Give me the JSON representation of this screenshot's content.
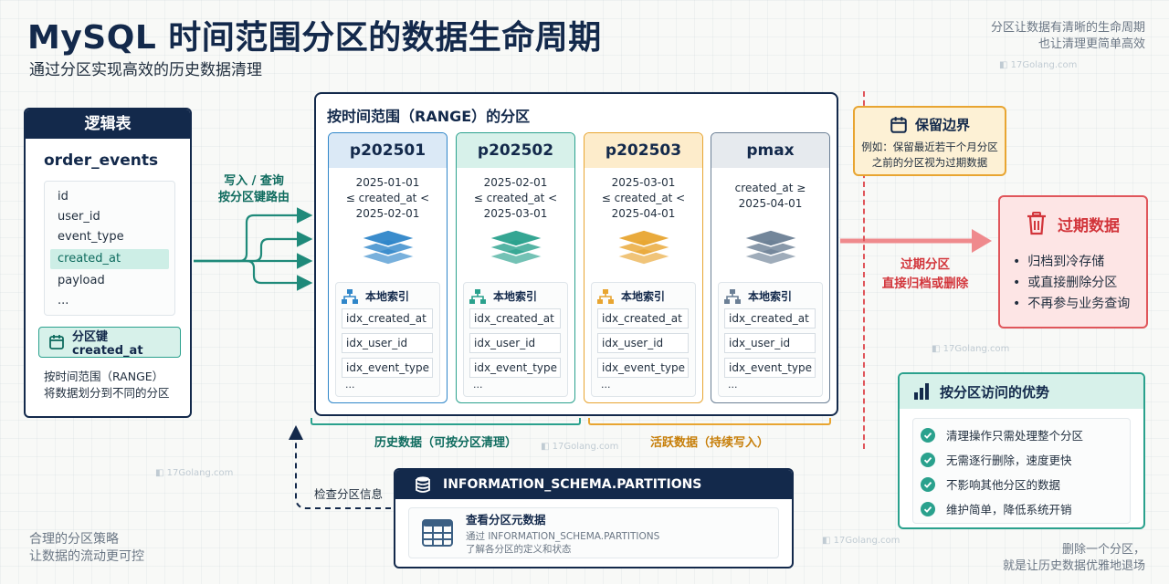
{
  "header": {
    "title": "MySQL 时间范围分区的数据生命周期",
    "subtitle": "通过分区实现高效的历史数据清理",
    "top_right_line1": "分区让数据有清晰的生命周期",
    "top_right_line2": "也让清理更简单高效"
  },
  "watermark": "17Golang.com",
  "logical_table": {
    "header": "逻辑表",
    "name": "order_events",
    "columns": [
      "id",
      "user_id",
      "event_type",
      "created_at",
      "payload",
      "..."
    ],
    "highlighted_column": "created_at",
    "partition_key_label": "分区键 created_at",
    "note_line1": "按时间范围（RANGE）",
    "note_line2": "将数据划分到不同的分区"
  },
  "routing": {
    "line1": "写入 / 查询",
    "line2": "按分区键路由"
  },
  "partitions_panel": {
    "title": "按时间范围（RANGE）的分区",
    "index_title": "本地索引",
    "partitions": [
      {
        "name": "p202501",
        "range": [
          "2025-01-01",
          "≤ created_at <",
          "2025-02-01"
        ],
        "indexes": [
          "idx_created_at",
          "idx_user_id",
          "idx_event_type",
          "..."
        ],
        "color": "#2f86c9",
        "head_bg": "#dbe9f6"
      },
      {
        "name": "p202502",
        "range": [
          "2025-02-01",
          "≤ created_at <",
          "2025-03-01"
        ],
        "indexes": [
          "idx_created_at",
          "idx_user_id",
          "idx_event_type",
          "..."
        ],
        "color": "#2aa18d",
        "head_bg": "#d7f1ea"
      },
      {
        "name": "p202503",
        "range": [
          "2025-03-01",
          "≤ created_at <",
          "2025-04-01"
        ],
        "indexes": [
          "idx_created_at",
          "idx_user_id",
          "idx_event_type",
          "..."
        ],
        "color": "#e8a531",
        "head_bg": "#fdeccb"
      },
      {
        "name": "pmax",
        "range": [
          "created_at ≥",
          "2025-04-01"
        ],
        "indexes": [
          "idx_created_at",
          "idx_user_id",
          "idx_event_type",
          "..."
        ],
        "color": "#6b7f95",
        "head_bg": "#e6eaee"
      }
    ],
    "historical_label": "历史数据（可按分区清理）",
    "active_label": "活跃数据（持续写入）"
  },
  "retention": {
    "title": "保留边界",
    "text_line1": "例如：保留最近若干个月分区",
    "text_line2": "之前的分区视为过期数据"
  },
  "expire_action": {
    "line1": "过期分区",
    "line2": "直接归档或删除"
  },
  "expired_data": {
    "title": "过期数据",
    "items": [
      "归档到冷存储",
      "或直接删除分区",
      "不再参与业务查询"
    ]
  },
  "advantages": {
    "title": "按分区访问的优势",
    "items": [
      "清理操作只需处理整个分区",
      "无需逐行删除，速度更快",
      "不影响其他分区的数据",
      "维护简单，降低系统开销"
    ]
  },
  "schema": {
    "title": "INFORMATION_SCHEMA.PARTITIONS",
    "main": "查看分区元数据",
    "sub_line1": "通过 INFORMATION_SCHEMA.PARTITIONS",
    "sub_line2": "了解各分区的定义和状态",
    "check_label": "检查分区信息"
  },
  "footer": {
    "left_line1": "合理的分区策略",
    "left_line2": "让数据的流动更可控",
    "right_line1": "删除一个分区，",
    "right_line2": "就是让历史数据优雅地退场"
  },
  "colors": {
    "navy": "#13294b",
    "teal": "#2aa18d",
    "blue": "#2f86c9",
    "amber": "#e8a531",
    "slate": "#6b7f95",
    "red": "#e0565b"
  }
}
